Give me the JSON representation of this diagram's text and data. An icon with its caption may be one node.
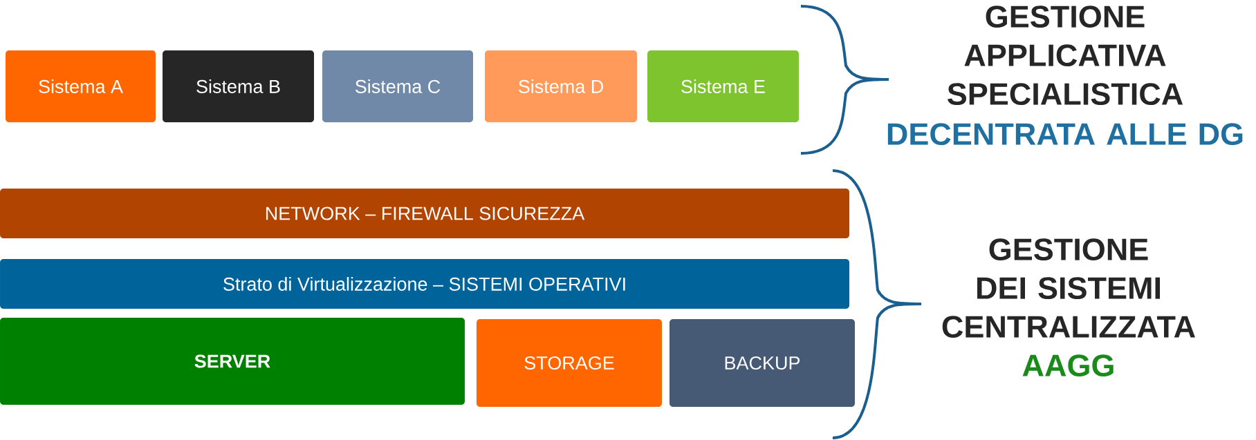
{
  "diagram": {
    "nodes": [
      {
        "text": [
          "Sistema A"
        ]
      },
      {
        "text": [
          "Sistema B"
        ]
      },
      {
        "text": [
          "Sistema C"
        ]
      },
      {
        "text": [
          "Sistema D"
        ]
      },
      {
        "text": [
          "Sistema E"
        ]
      },
      {
        "text": [
          "NETWORK – FIREWALL SICUREZZA"
        ]
      },
      {
        "text": [
          "Strato di Virtualizzazione – SISTEMI OPERATIVI"
        ]
      },
      {
        "text": [
          "SERVER"
        ]
      },
      {
        "text": [
          "STORAGE"
        ]
      },
      {
        "text": [
          "BACKUP"
        ]
      }
    ],
    "labels": [
      "GESTIONE APPLICATIVA SPECIALISTICA",
      "DECENTRATA ALLE DG",
      "GESTIONE DEI SISTEMI CENTRALIZZATA",
      "AAGG"
    ]
  }
}
